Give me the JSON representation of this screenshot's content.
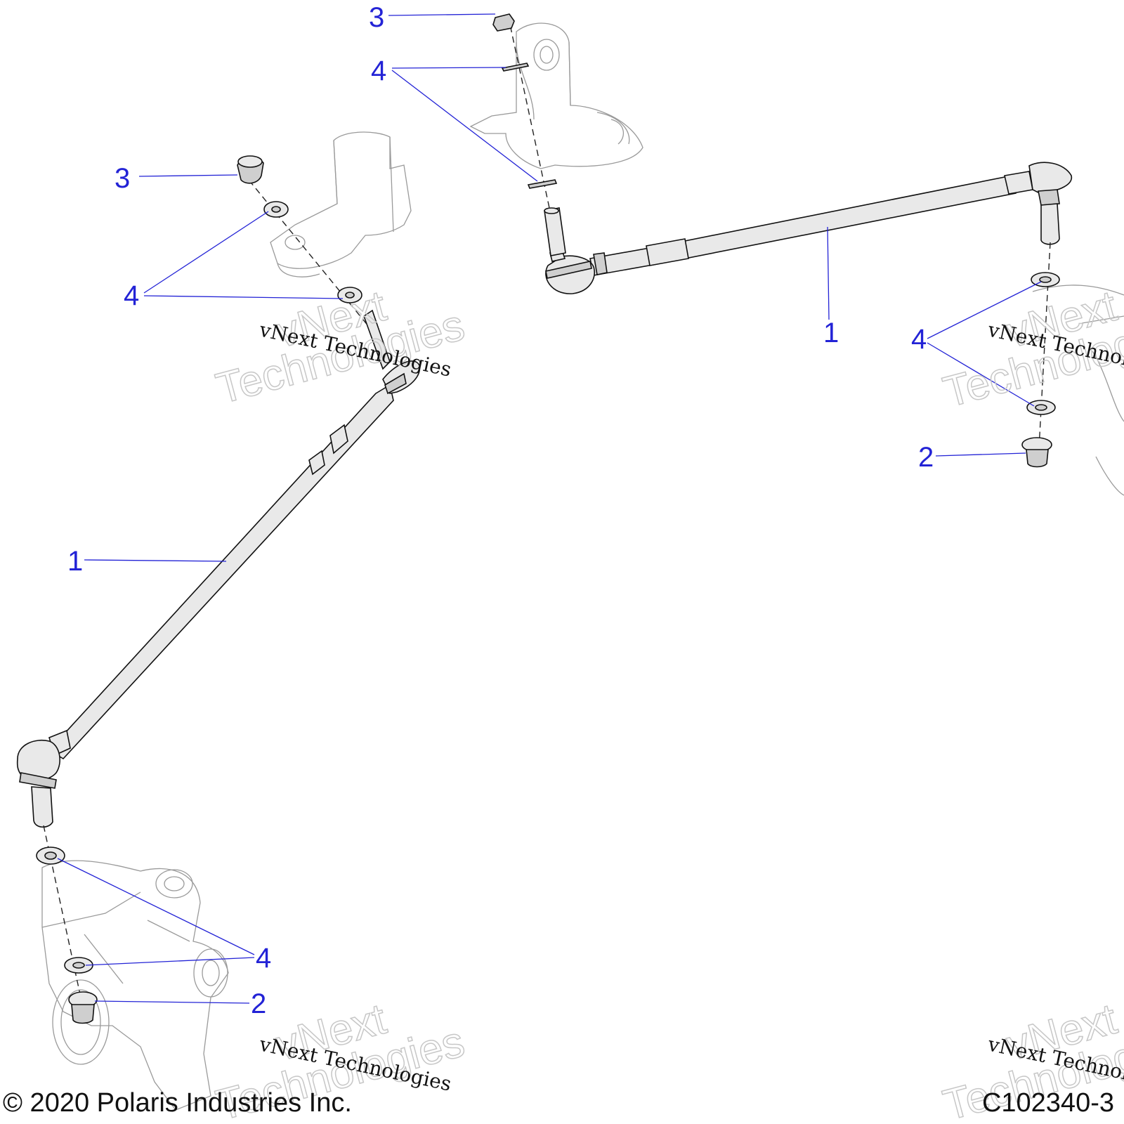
{
  "callouts": {
    "c3_top": "3",
    "c4_top": "4",
    "c3_left": "3",
    "c4_left": "4",
    "c1_right": "1",
    "c4_right": "4",
    "c2_right": "2",
    "c1_left": "1",
    "c4_bottom": "4",
    "c2_bottom": "2"
  },
  "watermark": {
    "serif": "vNext Technologies",
    "outline_line1": "vNext",
    "outline_line2": "Technologies"
  },
  "footer": {
    "copyright": "© 2020 Polaris Industries Inc.",
    "figure_id": "C102340-3"
  },
  "colors": {
    "callout": "#2323d6",
    "line": "#111111",
    "ghost": "#9a9a9a"
  }
}
